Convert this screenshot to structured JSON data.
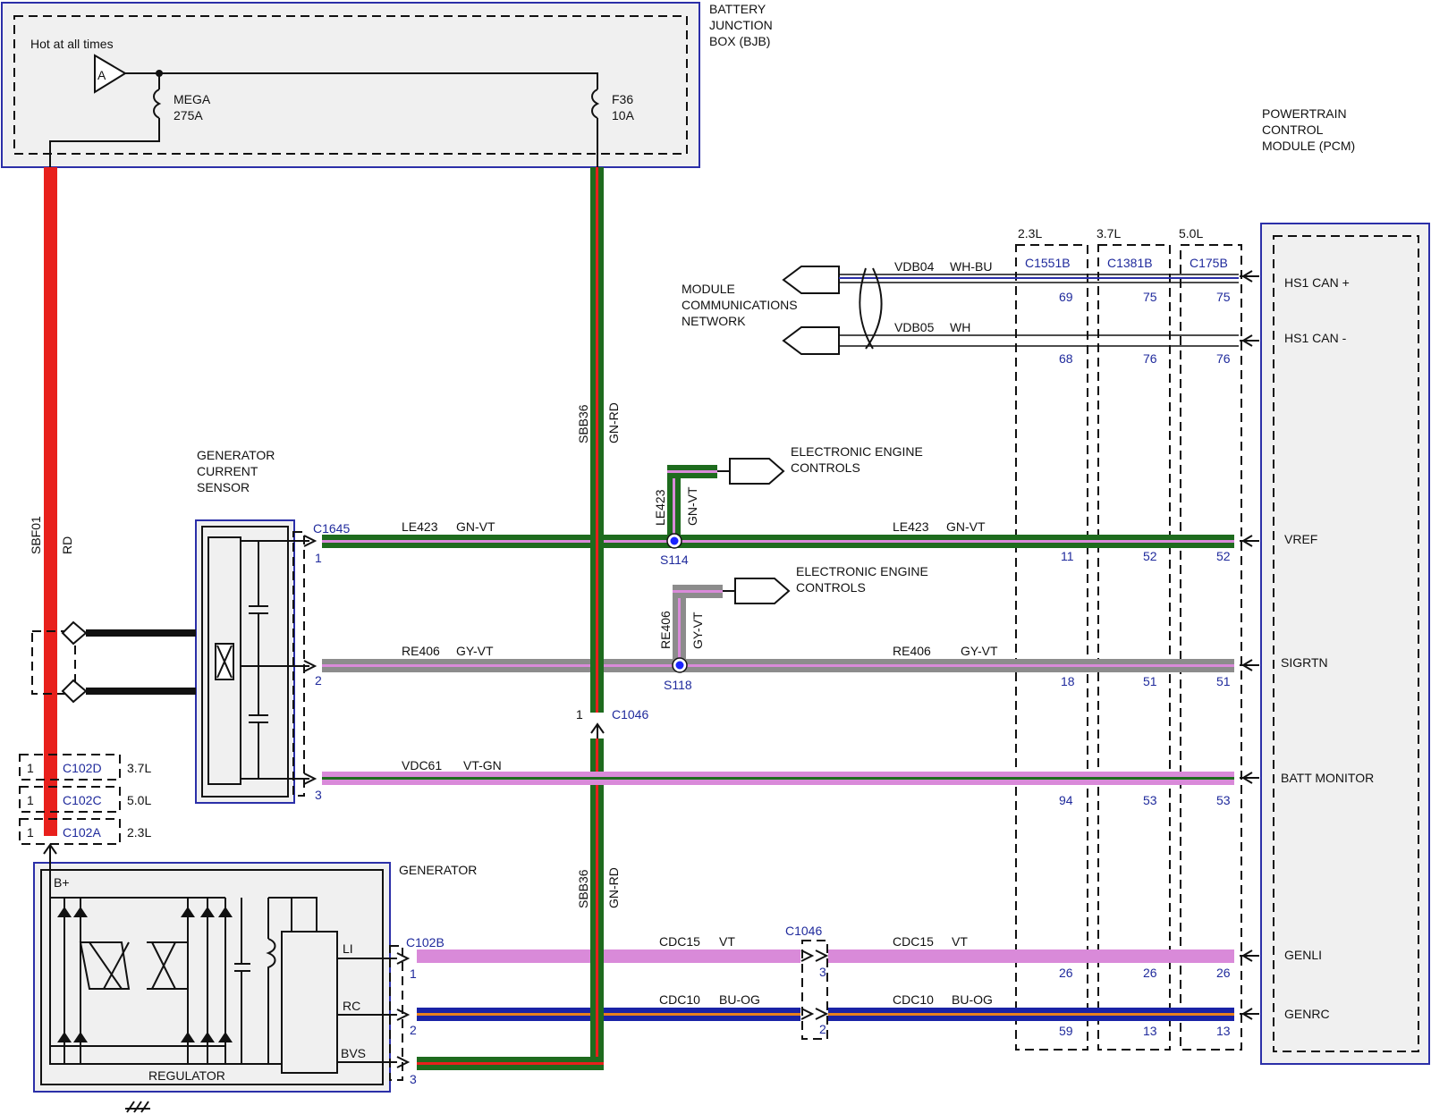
{
  "bjb": {
    "title": [
      "BATTERY",
      "JUNCTION",
      "BOX (BJB)"
    ],
    "hot_label": "Hot at all times",
    "source_label": "A",
    "mega_fuse": [
      "MEGA",
      "275A"
    ],
    "f36_fuse": [
      "F36",
      "10A"
    ]
  },
  "pcm": {
    "title": [
      "POWERTRAIN",
      "CONTROL",
      "MODULE (PCM)"
    ],
    "pins": [
      "HS1 CAN +",
      "HS1 CAN -",
      "VREF",
      "SIGRTN",
      "BATT MONITOR",
      "GENLI",
      "GENRC"
    ]
  },
  "engine_variants": [
    "2.3L",
    "3.7L",
    "5.0L"
  ],
  "pcm_connectors": [
    "C1551B",
    "C1381B",
    "C175B"
  ],
  "pin_numbers": {
    "hs1_can_plus": [
      "69",
      "75",
      "75"
    ],
    "hs1_can_minus": [
      "68",
      "76",
      "76"
    ],
    "vref": [
      "11",
      "52",
      "52"
    ],
    "sigrtn": [
      "18",
      "51",
      "51"
    ],
    "batt_monitor": [
      "94",
      "53",
      "53"
    ],
    "genli": [
      "26",
      "26",
      "26"
    ],
    "genrc": [
      "59",
      "13",
      "13"
    ]
  },
  "network": {
    "title": [
      "MODULE",
      "COMMUNICATIONS",
      "NETWORK"
    ],
    "can_plus": {
      "circuit": "VDB04",
      "color": "WH-BU"
    },
    "can_minus": {
      "circuit": "VDB05",
      "color": "WH"
    }
  },
  "sensor": {
    "title": [
      "GENERATOR",
      "CURRENT",
      "SENSOR"
    ],
    "connector": "C1645",
    "pins": [
      "1",
      "2",
      "3"
    ]
  },
  "eec": {
    "label_a": [
      "ELECTRONIC ENGINE",
      "CONTROLS"
    ],
    "label_b": [
      "ELECTRONIC ENGINE",
      "CONTROLS"
    ]
  },
  "wires": {
    "le423": {
      "circuit": "LE423",
      "color": "GN-VT",
      "splice": "S114"
    },
    "re406": {
      "circuit": "RE406",
      "color": "GY-VT",
      "splice": "S118"
    },
    "vdc61": {
      "circuit": "VDC61",
      "color": "VT-GN"
    },
    "sbb36": {
      "circuit": "SBB36",
      "color": "GN-RD"
    },
    "sbf01": {
      "circuit": "SBF01",
      "color": "RD"
    },
    "cdc15": {
      "circuit": "CDC15",
      "color": "VT"
    },
    "cdc10": {
      "circuit": "CDC10",
      "color": "BU-OG"
    }
  },
  "c1046": {
    "label": "C1046",
    "pin_top": "1",
    "pin_li": "3",
    "pin_rc": "2"
  },
  "c102": [
    {
      "pin": "1",
      "name": "C102D",
      "variant": "3.7L"
    },
    {
      "pin": "1",
      "name": "C102C",
      "variant": "5.0L"
    },
    {
      "pin": "1",
      "name": "C102A",
      "variant": "2.3L"
    }
  ],
  "generator": {
    "title": "GENERATOR",
    "bplus": "B+",
    "regulator": "REGULATOR",
    "terminals": [
      "LI",
      "RC",
      "BVS"
    ],
    "connector": "C102B",
    "pins": [
      "1",
      "2",
      "3"
    ]
  },
  "colors": {
    "red": "#e8201c",
    "green": "#1e6b1e",
    "gray": "#8c8c8c",
    "violet": "#d98ad9",
    "blue": "#1a23a6",
    "module_border": "#2b2fa8",
    "module_fill": "#f0f0f0"
  }
}
